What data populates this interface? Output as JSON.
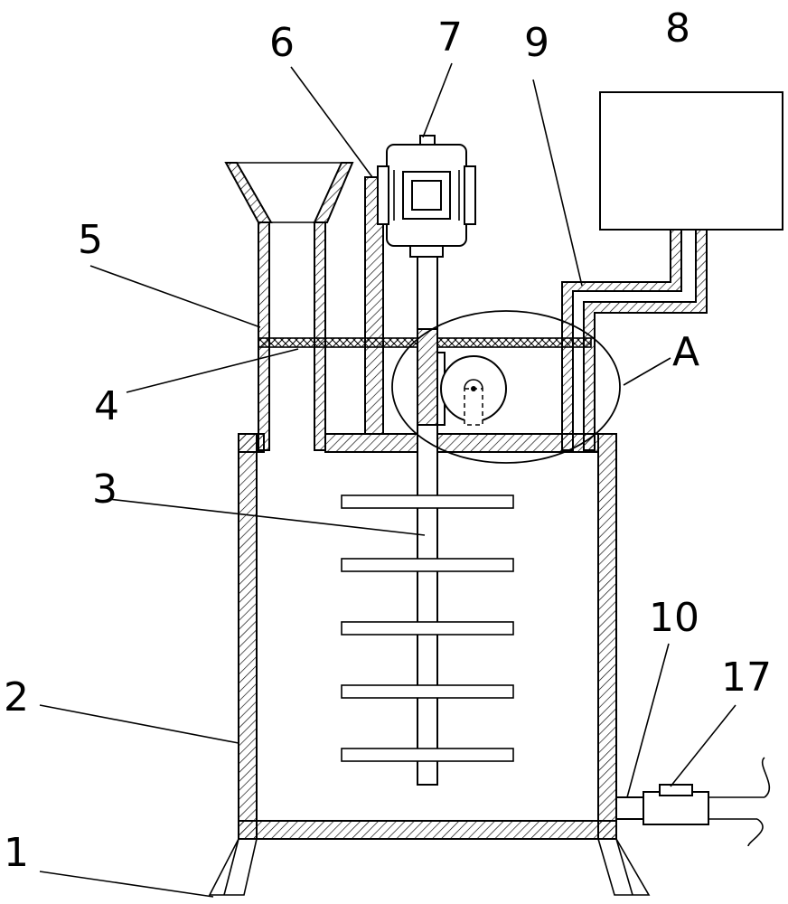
{
  "labels": {
    "l1": "1",
    "l2": "2",
    "l3": "3",
    "l4": "4",
    "l5": "5",
    "l6": "6",
    "l7": "7",
    "l8": "8",
    "l9": "9",
    "l10": "10",
    "l17": "17",
    "lA": "A"
  }
}
